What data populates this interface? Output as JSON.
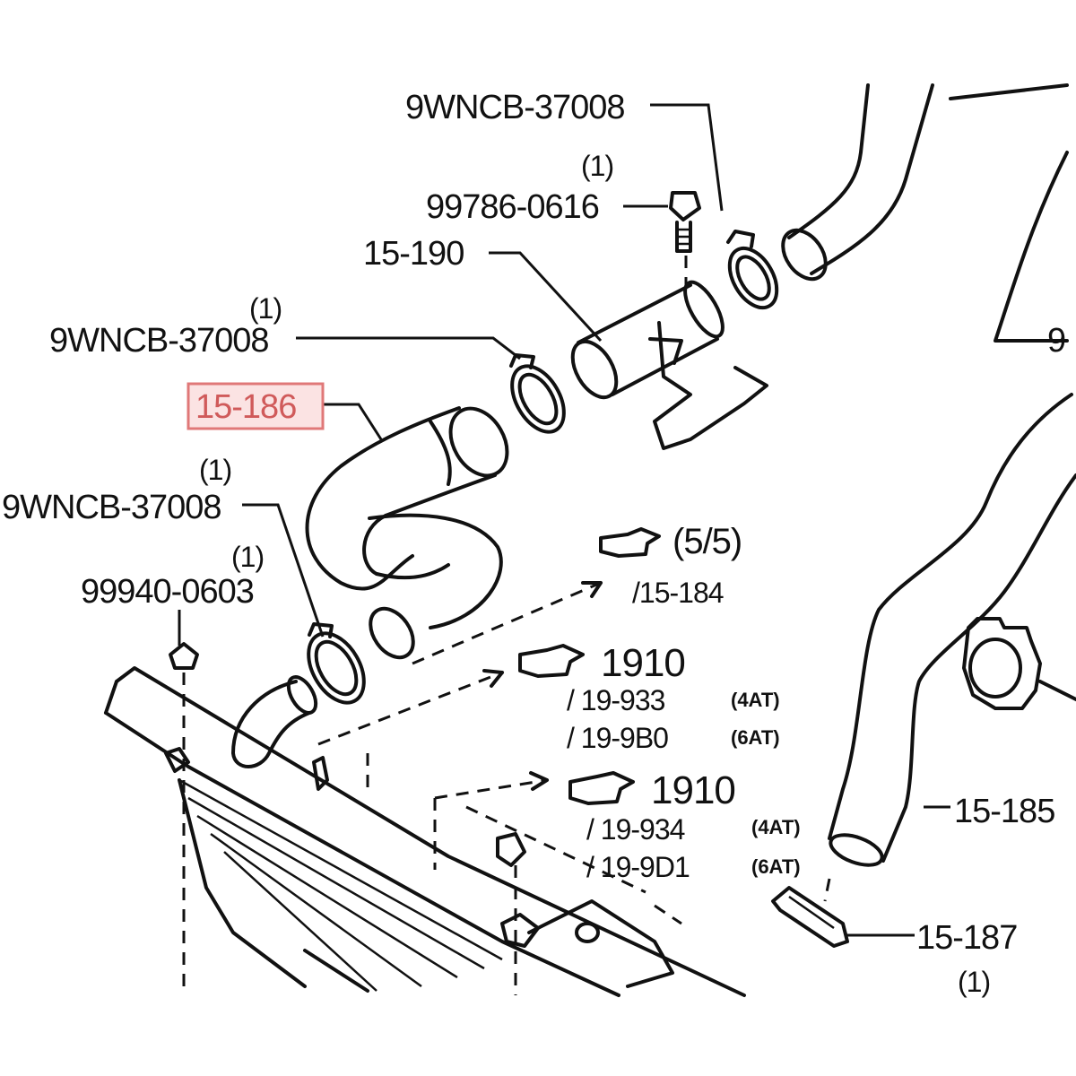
{
  "callouts": {
    "clamp_top": "9WNCB-37008",
    "qty_bolt": "(1)",
    "bolt": "99786-0616",
    "pipe": "15-190",
    "qty_clamp_mid": "(1)",
    "clamp_mid": "9WNCB-37008",
    "hose_highlighted": "15-186",
    "qty_clamp_low": "(1)",
    "clamp_low": "9WNCB-37008",
    "qty_nut": "(1)",
    "nut": "99940-0603",
    "right_edge": "9",
    "hose_right": "15-185",
    "clip": "15-187",
    "qty_clip": "(1)"
  },
  "references": [
    {
      "page": "(5/5)",
      "sub": [
        "/15-184"
      ]
    },
    {
      "page": "1910",
      "sub": [
        "/ 19-933",
        "/ 19-9B0"
      ],
      "notes": [
        "(4AT)",
        "(6AT)"
      ]
    },
    {
      "page": "1910",
      "sub": [
        "/ 19-934",
        "/ 19-9D1"
      ],
      "notes": [
        "(4AT)",
        "(6AT)"
      ]
    }
  ],
  "colors": {
    "line": "#111111",
    "highlight_fill": "#fbe3e3",
    "highlight_border": "#e07878"
  }
}
